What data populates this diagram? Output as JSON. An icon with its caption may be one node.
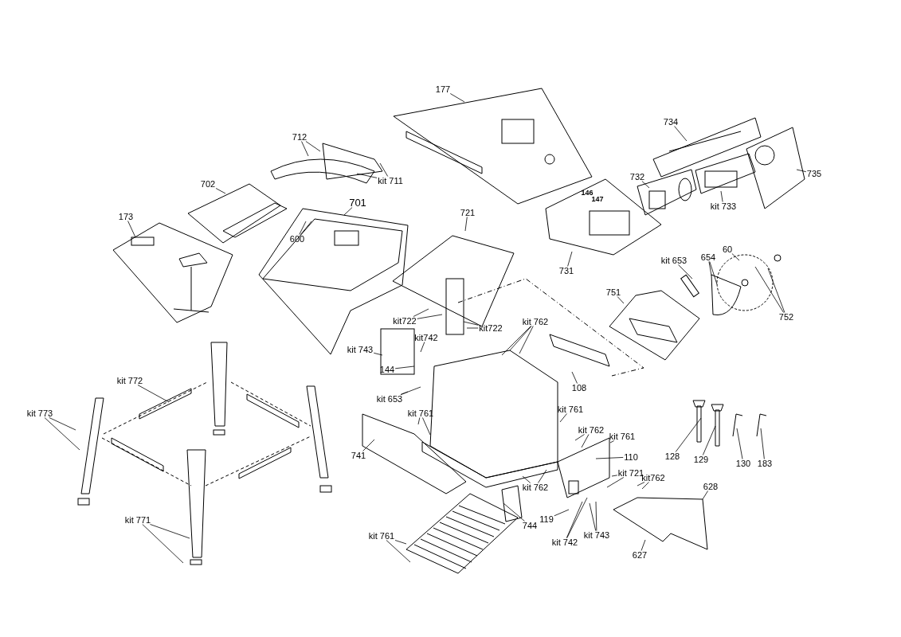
{
  "diagram": {
    "nodes": [
      {
        "text": [
          "177"
        ]
      },
      {
        "text": [
          "712"
        ]
      },
      {
        "text": [
          "kit 711"
        ]
      },
      {
        "text": [
          "702"
        ]
      },
      {
        "text": [
          "701"
        ]
      },
      {
        "text": [
          "600"
        ]
      },
      {
        "text": [
          "173"
        ]
      },
      {
        "text": [
          "721"
        ]
      },
      {
        "text": [
          "731"
        ]
      },
      {
        "text": [
          "732"
        ]
      },
      {
        "text": [
          "734"
        ]
      },
      {
        "text": [
          "kit 733"
        ]
      },
      {
        "text": [
          "735"
        ]
      },
      {
        "text": [
          "kit 653"
        ]
      },
      {
        "text": [
          "654"
        ]
      },
      {
        "text": [
          "60"
        ]
      },
      {
        "text": [
          "752"
        ]
      },
      {
        "text": [
          "751"
        ]
      },
      {
        "text": [
          "kit722"
        ]
      },
      {
        "text": [
          "kit722"
        ]
      },
      {
        "text": [
          "kit 762"
        ]
      },
      {
        "text": [
          "kit742"
        ]
      },
      {
        "text": [
          "kit 743"
        ]
      },
      {
        "text": [
          "144"
        ]
      },
      {
        "text": [
          "108"
        ]
      },
      {
        "text": [
          "kit 653"
        ]
      },
      {
        "text": [
          "kit 761"
        ]
      },
      {
        "text": [
          "741"
        ]
      },
      {
        "text": [
          "kit 761"
        ]
      },
      {
        "text": [
          "kit 762"
        ]
      },
      {
        "text": [
          "kit 761"
        ]
      },
      {
        "text": [
          "110"
        ]
      },
      {
        "text": [
          "kit 721"
        ]
      },
      {
        "text": [
          "kit762"
        ]
      },
      {
        "text": [
          "kit 762"
        ]
      },
      {
        "text": [
          "744"
        ]
      },
      {
        "text": [
          "119"
        ]
      },
      {
        "text": [
          "kit 742"
        ]
      },
      {
        "text": [
          "kit 743"
        ]
      },
      {
        "text": [
          "628"
        ]
      },
      {
        "text": [
          "627"
        ]
      },
      {
        "text": [
          "kit 761"
        ]
      },
      {
        "text": [
          "kit 772"
        ]
      },
      {
        "text": [
          "kit 773"
        ]
      },
      {
        "text": [
          "kit 771"
        ]
      },
      {
        "text": [
          "128"
        ]
      },
      {
        "text": [
          "129"
        ]
      },
      {
        "text": [
          "130"
        ]
      },
      {
        "text": [
          "183"
        ]
      }
    ],
    "edges": [
      {
        "from": 0,
        "to": null,
        "arrow": "none"
      },
      {
        "from": 1,
        "to": null,
        "arrow": "none"
      },
      {
        "from": 1,
        "to": null,
        "arrow": "none"
      },
      {
        "from": 2,
        "to": null,
        "arrow": "none"
      },
      {
        "from": 2,
        "to": null,
        "arrow": "none"
      },
      {
        "from": 3,
        "to": null,
        "arrow": "none"
      },
      {
        "from": 4,
        "to": null,
        "arrow": "none"
      },
      {
        "from": 5,
        "to": null,
        "arrow": "none"
      },
      {
        "from": 5,
        "to": null,
        "arrow": "none"
      },
      {
        "from": 6,
        "to": null,
        "arrow": "none"
      },
      {
        "from": 7,
        "to": null,
        "arrow": "none"
      },
      {
        "from": 8,
        "to": null,
        "arrow": "none"
      },
      {
        "from": 9,
        "to": null,
        "arrow": "none"
      },
      {
        "from": 10,
        "to": null,
        "arrow": "none"
      },
      {
        "from": 11,
        "to": null,
        "arrow": "none"
      },
      {
        "from": 12,
        "to": null,
        "arrow": "none"
      },
      {
        "from": 13,
        "to": null,
        "arrow": "none"
      },
      {
        "from": 14,
        "to": null,
        "arrow": "none"
      },
      {
        "from": 14,
        "to": null,
        "arrow": "none"
      },
      {
        "from": 15,
        "to": null,
        "arrow": "none"
      },
      {
        "from": 16,
        "to": null,
        "arrow": "none"
      },
      {
        "from": 16,
        "to": null,
        "arrow": "none"
      },
      {
        "from": 17,
        "to": null,
        "arrow": "none"
      },
      {
        "from": 18,
        "to": null,
        "arrow": "none"
      },
      {
        "from": 18,
        "to": null,
        "arrow": "none"
      },
      {
        "from": 19,
        "to": null,
        "arrow": "none"
      },
      {
        "from": 19,
        "to": null,
        "arrow": "none"
      },
      {
        "from": 20,
        "to": null,
        "arrow": "none"
      },
      {
        "from": 20,
        "to": null,
        "arrow": "none"
      },
      {
        "from": 20,
        "to": null,
        "arrow": "none"
      },
      {
        "from": 21,
        "to": null,
        "arrow": "none"
      },
      {
        "from": 22,
        "to": null,
        "arrow": "none"
      },
      {
        "from": 23,
        "to": null,
        "arrow": "none"
      },
      {
        "from": 24,
        "to": null,
        "arrow": "none"
      },
      {
        "from": 25,
        "to": null,
        "arrow": "none"
      },
      {
        "from": 25,
        "to": null,
        "arrow": "none"
      },
      {
        "from": 26,
        "to": null,
        "arrow": "none"
      },
      {
        "from": 26,
        "to": null,
        "arrow": "none"
      },
      {
        "from": 27,
        "to": null,
        "arrow": "none"
      },
      {
        "from": 28,
        "to": null,
        "arrow": "none"
      },
      {
        "from": 29,
        "to": null,
        "arrow": "none"
      },
      {
        "from": 29,
        "to": null,
        "arrow": "none"
      },
      {
        "from": 30,
        "to": null,
        "arrow": "none"
      },
      {
        "from": 31,
        "to": null,
        "arrow": "none"
      },
      {
        "from": 32,
        "to": null,
        "arrow": "none"
      },
      {
        "from": 32,
        "to": null,
        "arrow": "none"
      },
      {
        "from": 33,
        "to": null,
        "arrow": "none"
      },
      {
        "from": 33,
        "to": null,
        "arrow": "none"
      },
      {
        "from": 34,
        "to": null,
        "arrow": "none"
      },
      {
        "from": 34,
        "to": null,
        "arrow": "none"
      },
      {
        "from": 35,
        "to": null,
        "arrow": "none"
      },
      {
        "from": 36,
        "to": null,
        "arrow": "none"
      },
      {
        "from": 37,
        "to": null,
        "arrow": "none"
      },
      {
        "from": 37,
        "to": null,
        "arrow": "none"
      },
      {
        "from": 38,
        "to": null,
        "arrow": "none"
      },
      {
        "from": 38,
        "to": null,
        "arrow": "none"
      },
      {
        "from": 39,
        "to": null,
        "arrow": "none"
      },
      {
        "from": 40,
        "to": null,
        "arrow": "none"
      },
      {
        "from": 41,
        "to": null,
        "arrow": "none"
      },
      {
        "from": 41,
        "to": null,
        "arrow": "none"
      },
      {
        "from": 42,
        "to": null,
        "arrow": "none"
      },
      {
        "from": 43,
        "to": null,
        "arrow": "none"
      },
      {
        "from": 43,
        "to": null,
        "arrow": "none"
      },
      {
        "from": 44,
        "to": null,
        "arrow": "none"
      },
      {
        "from": 44,
        "to": null,
        "arrow": "none"
      },
      {
        "from": 45,
        "to": null,
        "arrow": "none"
      },
      {
        "from": 46,
        "to": null,
        "arrow": "none"
      },
      {
        "from": 47,
        "to": null,
        "arrow": "none"
      },
      {
        "from": 48,
        "to": null,
        "arrow": "none"
      }
    ],
    "labels": [
      "146",
      "147"
    ]
  }
}
